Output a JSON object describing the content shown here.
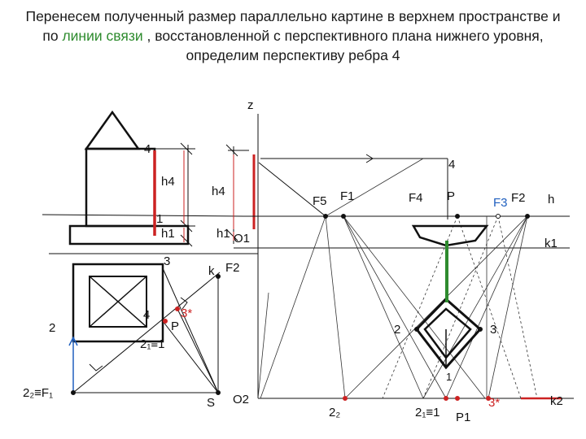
{
  "title": {
    "part1": "Перенесем полученный размер параллельно картине в верхнем пространстве и по ",
    "highlight": "линии связи",
    "part2": " , восстановленной с перспективного плана нижнего уровня, определим перспективу ребра 4"
  },
  "labels": {
    "z": "z",
    "four_top": "4",
    "four_right": "4",
    "h4_left": "h4",
    "h4_mid": "h4",
    "one": "1",
    "h1_left": "h1",
    "h1_mid": "h1",
    "o1": "O1",
    "three": "3",
    "k": "k",
    "f2_mid": "F2",
    "f5": "F5",
    "f1": "F1",
    "f4": "F4",
    "p_top": "P",
    "f3": "F3",
    "f2_right": "F2",
    "h": "h",
    "k1": "k1",
    "two_left": "2",
    "four_plan": "4",
    "three_star_plan": "3*",
    "p_plan": "P",
    "two1_eq_1": "2₁≡1",
    "two2_eq_f1": "2₂≡F₁",
    "s": "S",
    "o2": "O2",
    "two_right": "2",
    "three_right": "3",
    "one_persp": "1",
    "two2_bottom": "2₂",
    "two1_eq_1_bottom": "2₁≡1",
    "p1": "P1",
    "three_star_bottom": "3*",
    "k2": "k2"
  },
  "colors": {
    "red": "#cc2222",
    "green": "#2e8b2e",
    "blue": "#1f5fbf",
    "black": "#111111"
  }
}
